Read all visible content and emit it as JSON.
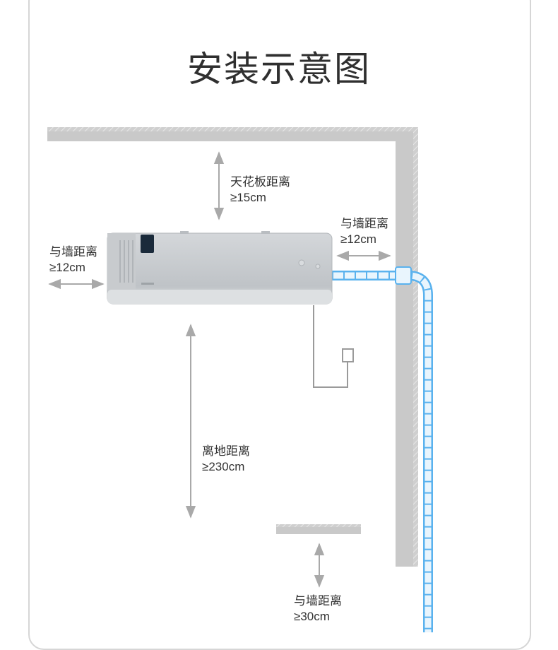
{
  "title": "安装示意图",
  "labels": {
    "ceiling": {
      "name": "天花板距离",
      "value": "≥15cm"
    },
    "left_wall": {
      "name": "与墙距离",
      "value": "≥12cm"
    },
    "right_wall": {
      "name": "与墙距离",
      "value": "≥12cm"
    },
    "floor": {
      "name": "离地距离",
      "value": "≥230cm"
    },
    "bottom": {
      "name": "与墙距离",
      "value": "≥30cm"
    }
  },
  "colors": {
    "wall": "#c9c9c9",
    "arrow": "#a9a9a9",
    "unit_body": "#c5c9cc",
    "pipe": "#5ab2ee"
  }
}
